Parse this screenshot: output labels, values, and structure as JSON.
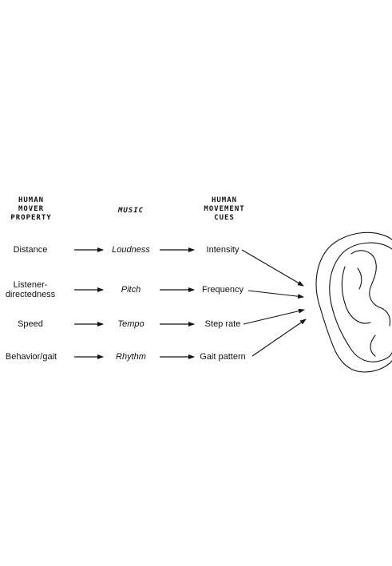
{
  "headers": {
    "property": [
      "HUMAN",
      "MOVER",
      "PROPERTY"
    ],
    "music": "MUSIC",
    "cues": [
      "HUMAN",
      "MOVEMENT",
      "CUES"
    ]
  },
  "rows": [
    {
      "property": [
        "Distance"
      ],
      "music": "Loudness",
      "cue": "Intensity"
    },
    {
      "property": [
        "Listener-",
        "directedness"
      ],
      "music": "Pitch",
      "cue": "Frequency"
    },
    {
      "property": [
        "Speed"
      ],
      "music": "Tempo",
      "cue": "Step rate"
    },
    {
      "property": [
        "Behavior/gait"
      ],
      "music": "Rhythm",
      "cue": "Gait pattern"
    }
  ],
  "icons": {
    "ear": "ear-icon"
  }
}
